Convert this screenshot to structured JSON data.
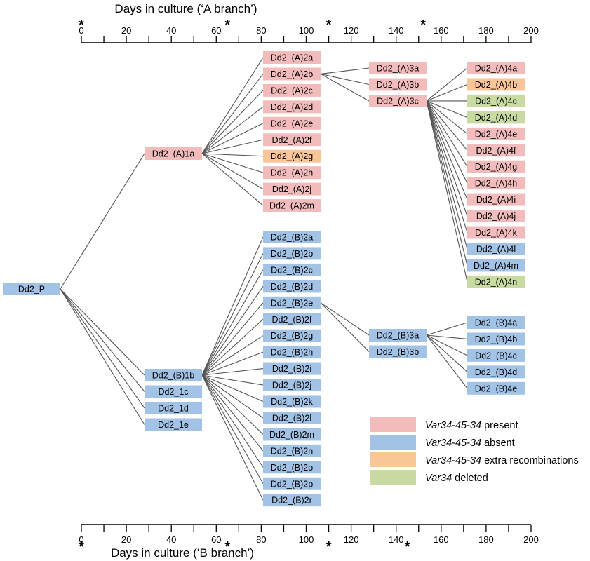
{
  "top_axis": {
    "title": "Days in culture (‘A branch’)",
    "ticks": [
      "0",
      "20",
      "40",
      "60",
      "80",
      "100",
      "120",
      "140",
      "160",
      "180",
      "200"
    ],
    "min": 0,
    "max": 200,
    "minor_step": 10,
    "star_days": [
      0,
      65,
      110,
      152
    ]
  },
  "bottom_axis": {
    "title": "Days in culture (‘B branch’)",
    "ticks": [
      "0",
      "20",
      "40",
      "60",
      "80",
      "100",
      "120",
      "140",
      "160",
      "180",
      "200"
    ],
    "min": 0,
    "max": 200,
    "minor_step": 10,
    "star_days": [
      0,
      65,
      110,
      145
    ]
  },
  "colors": {
    "present": "#f2bcbc",
    "absent": "#a3c3e6",
    "extra": "#f9c69a",
    "deleted": "#c9dba2",
    "line": "#555555",
    "axis": "#000000"
  },
  "legend": [
    {
      "status": "present",
      "gene": "Var34-45-34",
      "text": " present"
    },
    {
      "status": "absent",
      "gene": "Var34-45-34",
      "text": " absent"
    },
    {
      "status": "extra",
      "gene": "Var34-45-34",
      "text": " extra recombinations"
    },
    {
      "status": "deleted",
      "gene": "Var34",
      "text": " deleted"
    }
  ],
  "columns": [
    {
      "nodes": [
        {
          "id": "P",
          "label": "Dd2_P",
          "status": "absent"
        }
      ]
    },
    {
      "nodes": [
        {
          "id": "A1a",
          "label": "Dd2_(A)1a",
          "status": "present"
        },
        {
          "id": "B1b",
          "label": "Dd2_(B)1b",
          "status": "absent"
        },
        {
          "id": "1c",
          "label": "Dd2_1c",
          "status": "absent"
        },
        {
          "id": "1d",
          "label": "Dd2_1d",
          "status": "absent"
        },
        {
          "id": "1e",
          "label": "Dd2_1e",
          "status": "absent"
        }
      ]
    },
    {
      "nodes": [
        {
          "id": "A2a",
          "label": "Dd2_(A)2a",
          "status": "present"
        },
        {
          "id": "A2b",
          "label": "Dd2_(A)2b",
          "status": "present"
        },
        {
          "id": "A2c",
          "label": "Dd2_(A)2c",
          "status": "present"
        },
        {
          "id": "A2d",
          "label": "Dd2_(A)2d",
          "status": "present"
        },
        {
          "id": "A2e",
          "label": "Dd2_(A)2e",
          "status": "present"
        },
        {
          "id": "A2f",
          "label": "Dd2_(A)2f",
          "status": "present"
        },
        {
          "id": "A2g",
          "label": "Dd2_(A)2g",
          "status": "extra"
        },
        {
          "id": "A2h",
          "label": "Dd2_(A)2h",
          "status": "present"
        },
        {
          "id": "A2j",
          "label": "Dd2_(A)2j",
          "status": "present"
        },
        {
          "id": "A2m",
          "label": "Dd2_(A)2m",
          "status": "present"
        },
        {
          "id": "B2a",
          "label": "Dd2_(B)2a",
          "status": "absent"
        },
        {
          "id": "B2b",
          "label": "Dd2_(B)2b",
          "status": "absent"
        },
        {
          "id": "B2c",
          "label": "Dd2_(B)2c",
          "status": "absent"
        },
        {
          "id": "B2d",
          "label": "Dd2_(B)2d",
          "status": "absent"
        },
        {
          "id": "B2e",
          "label": "Dd2_(B)2e",
          "status": "absent"
        },
        {
          "id": "B2f",
          "label": "Dd2_(B)2f",
          "status": "absent"
        },
        {
          "id": "B2g",
          "label": "Dd2_(B)2g",
          "status": "absent"
        },
        {
          "id": "B2h",
          "label": "Dd2_(B)2h",
          "status": "absent"
        },
        {
          "id": "B2i",
          "label": "Dd2_(B)2i",
          "status": "absent"
        },
        {
          "id": "B2j",
          "label": "Dd2_(B)2j",
          "status": "absent"
        },
        {
          "id": "B2k",
          "label": "Dd2_(B)2k",
          "status": "absent"
        },
        {
          "id": "B2l",
          "label": "Dd2_(B)2l",
          "status": "absent"
        },
        {
          "id": "B2m",
          "label": "Dd2_(B)2m",
          "status": "absent"
        },
        {
          "id": "B2n",
          "label": "Dd2_(B)2n",
          "status": "absent"
        },
        {
          "id": "B2o",
          "label": "Dd2_(B)2o",
          "status": "absent"
        },
        {
          "id": "B2p",
          "label": "Dd2_(B)2p",
          "status": "absent"
        },
        {
          "id": "B2r",
          "label": "Dd2_(B)2r",
          "status": "absent"
        }
      ]
    },
    {
      "nodes": [
        {
          "id": "A3a",
          "label": "Dd2_(A)3a",
          "status": "present"
        },
        {
          "id": "A3b",
          "label": "Dd2_(A)3b",
          "status": "present"
        },
        {
          "id": "A3c",
          "label": "Dd2_(A)3c",
          "status": "present"
        },
        {
          "id": "B3a",
          "label": "Dd2_(B)3a",
          "status": "absent"
        },
        {
          "id": "B3b",
          "label": "Dd2_(B)3b",
          "status": "absent"
        }
      ]
    },
    {
      "nodes": [
        {
          "id": "A4a",
          "label": "Dd2_(A)4a",
          "status": "present"
        },
        {
          "id": "A4b",
          "label": "Dd2_(A)4b",
          "status": "extra"
        },
        {
          "id": "A4c",
          "label": "Dd2_(A)4c",
          "status": "deleted"
        },
        {
          "id": "A4d",
          "label": "Dd2_(A)4d",
          "status": "deleted"
        },
        {
          "id": "A4e",
          "label": "Dd2_(A)4e",
          "status": "present"
        },
        {
          "id": "A4f",
          "label": "Dd2_(A)4f",
          "status": "present"
        },
        {
          "id": "A4g",
          "label": "Dd2_(A)4g",
          "status": "present"
        },
        {
          "id": "A4h",
          "label": "Dd2_(A)4h",
          "status": "present"
        },
        {
          "id": "A4i",
          "label": "Dd2_(A)4i",
          "status": "present"
        },
        {
          "id": "A4j",
          "label": "Dd2_(A)4j",
          "status": "present"
        },
        {
          "id": "A4k",
          "label": "Dd2_(A)4k",
          "status": "present"
        },
        {
          "id": "A4l",
          "label": "Dd2_(A)4l",
          "status": "absent"
        },
        {
          "id": "A4m",
          "label": "Dd2_(A)4m",
          "status": "absent"
        },
        {
          "id": "A4n",
          "label": "Dd2_(A)4n",
          "status": "deleted"
        },
        {
          "id": "B4a",
          "label": "Dd2_(B)4a",
          "status": "absent"
        },
        {
          "id": "B4b",
          "label": "Dd2_(B)4b",
          "status": "absent"
        },
        {
          "id": "B4c",
          "label": "Dd2_(B)4c",
          "status": "absent"
        },
        {
          "id": "B4d",
          "label": "Dd2_(B)4d",
          "status": "absent"
        },
        {
          "id": "B4e",
          "label": "Dd2_(B)4e",
          "status": "absent"
        }
      ]
    }
  ],
  "edges": [
    [
      "P",
      "A1a"
    ],
    [
      "P",
      "B1b"
    ],
    [
      "P",
      "1c"
    ],
    [
      "P",
      "1d"
    ],
    [
      "P",
      "1e"
    ],
    [
      "A1a",
      "A2a"
    ],
    [
      "A1a",
      "A2b"
    ],
    [
      "A1a",
      "A2c"
    ],
    [
      "A1a",
      "A2d"
    ],
    [
      "A1a",
      "A2e"
    ],
    [
      "A1a",
      "A2f"
    ],
    [
      "A1a",
      "A2g"
    ],
    [
      "A1a",
      "A2h"
    ],
    [
      "A1a",
      "A2j"
    ],
    [
      "A1a",
      "A2m"
    ],
    [
      "A2b",
      "A3a"
    ],
    [
      "A2b",
      "A3b"
    ],
    [
      "A2b",
      "A3c"
    ],
    [
      "A3c",
      "A4a"
    ],
    [
      "A3c",
      "A4b"
    ],
    [
      "A3c",
      "A4c"
    ],
    [
      "A3c",
      "A4d"
    ],
    [
      "A3c",
      "A4e"
    ],
    [
      "A3c",
      "A4f"
    ],
    [
      "A3c",
      "A4g"
    ],
    [
      "A3c",
      "A4h"
    ],
    [
      "A3c",
      "A4i"
    ],
    [
      "A3c",
      "A4j"
    ],
    [
      "A3c",
      "A4k"
    ],
    [
      "A3c",
      "A4l"
    ],
    [
      "A3c",
      "A4m"
    ],
    [
      "A3c",
      "A4n"
    ],
    [
      "B1b",
      "B2a"
    ],
    [
      "B1b",
      "B2b"
    ],
    [
      "B1b",
      "B2c"
    ],
    [
      "B1b",
      "B2d"
    ],
    [
      "B1b",
      "B2e"
    ],
    [
      "B1b",
      "B2f"
    ],
    [
      "B1b",
      "B2g"
    ],
    [
      "B1b",
      "B2h"
    ],
    [
      "B1b",
      "B2i"
    ],
    [
      "B1b",
      "B2j"
    ],
    [
      "B1b",
      "B2k"
    ],
    [
      "B1b",
      "B2l"
    ],
    [
      "B1b",
      "B2m"
    ],
    [
      "B1b",
      "B2n"
    ],
    [
      "B1b",
      "B2o"
    ],
    [
      "B1b",
      "B2p"
    ],
    [
      "B1b",
      "B2r"
    ],
    [
      "B2e",
      "B3a"
    ],
    [
      "B2e",
      "B3b"
    ],
    [
      "B3a",
      "B4a"
    ],
    [
      "B3a",
      "B4b"
    ],
    [
      "B3a",
      "B4c"
    ],
    [
      "B3a",
      "B4d"
    ],
    [
      "B3a",
      "B4e"
    ]
  ]
}
